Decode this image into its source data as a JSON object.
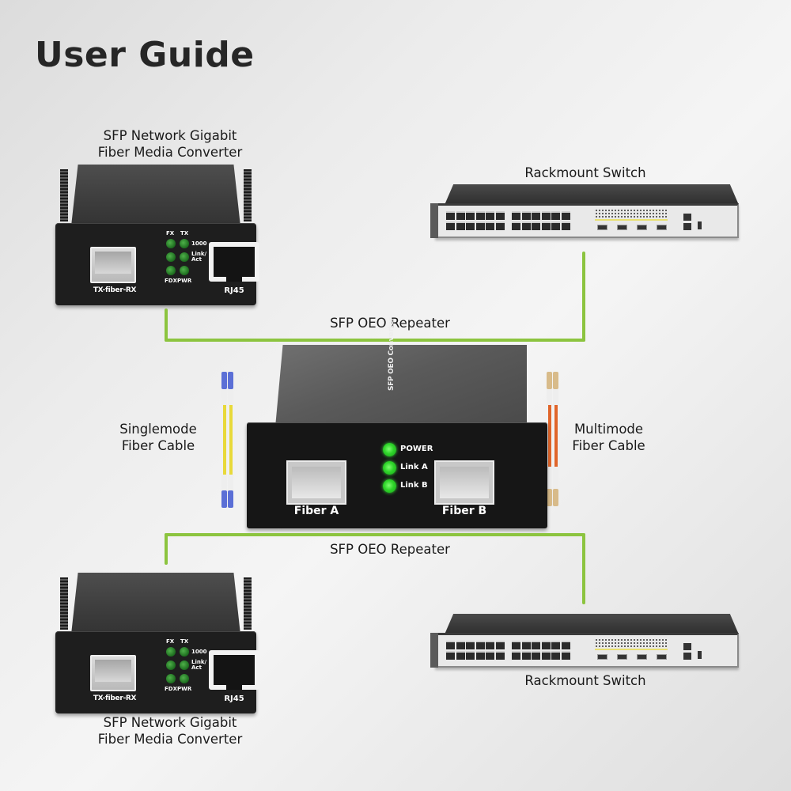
{
  "title": "User Guide",
  "colors": {
    "connector_line": "#8cc43f",
    "singlemode_fiber": "#e8d93a",
    "singlemode_connector": "#5b6fd6",
    "multimode_fiber": "#e0652a",
    "multimode_connector": "#d8bb8a",
    "led_green": "#2fd42a"
  },
  "top_media_converter": {
    "label_line1": "SFP Network Gigabit",
    "label_line2": "Fiber Media Converter",
    "sfp_port_label": "TX-fiber-RX",
    "rj45_label": "RJ45",
    "led_labels": {
      "fx": "FX",
      "tx": "TX",
      "speed": "1000",
      "link_act_1": "Link/",
      "link_act_2": "Act",
      "fdx": "FDX",
      "pwr": "PWR"
    }
  },
  "top_switch": {
    "label": "Rackmount Switch",
    "icon": "rackmount-switch-icon"
  },
  "top_link_label": "SFP OEO Repeater",
  "repeater": {
    "top_text": "SFP OEO Converter",
    "port_a_label": "Fiber A",
    "port_b_label": "Fiber B",
    "leds": [
      "POWER",
      "Link A",
      "Link B"
    ]
  },
  "singlemode_cable": {
    "label_line1": "Singlemode",
    "label_line2": "Fiber Cable"
  },
  "multimode_cable": {
    "label_line1": "Multimode",
    "label_line2": "Fiber Cable"
  },
  "bottom_link_label": "SFP OEO Repeater",
  "bottom_media_converter": {
    "label_line1": "SFP Network Gigabit",
    "label_line2": "Fiber Media Converter",
    "sfp_port_label": "TX-fiber-RX",
    "rj45_label": "RJ45",
    "led_labels": {
      "fx": "FX",
      "tx": "TX",
      "speed": "1000",
      "link_act_1": "Link/",
      "link_act_2": "Act",
      "fdx": "FDX",
      "pwr": "PWR"
    }
  },
  "bottom_switch": {
    "label": "Rackmount Switch",
    "icon": "rackmount-switch-icon"
  }
}
